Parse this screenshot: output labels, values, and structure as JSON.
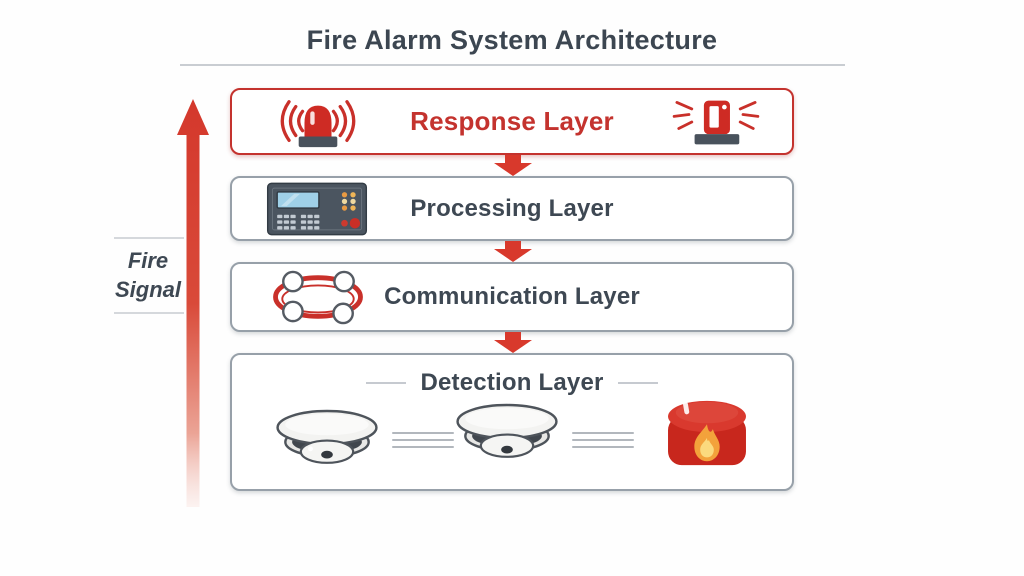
{
  "title": "Fire Alarm System Architecture",
  "side_label": {
    "line1": "Fire",
    "line2": "Signal"
  },
  "layers": {
    "response": {
      "label": "Response Layer"
    },
    "processing": {
      "label": "Processing Layer"
    },
    "communication": {
      "label": "Communication Layer"
    },
    "detection": {
      "label": "Detection Layer"
    }
  },
  "flow": {
    "up_arrow": "fire-signal-up-arrow",
    "down_arrows": 3
  },
  "icons": {
    "response_left": "alarm-siren",
    "response_right": "strobe-light",
    "processing": "control-panel",
    "communication": "ring-network",
    "detection": [
      "smoke-detector",
      "smoke-detector",
      "heat-detector"
    ]
  },
  "colors": {
    "accent_red": "#c4332e",
    "arrow_red": "#d8392c",
    "text_dark": "#3e4853",
    "border_grey": "#97a0a9",
    "line_grey": "#c9cdd2",
    "panel_dark": "#4b5560",
    "screen_blue": "#9fd0e8",
    "flame_orange": "#f3a23b",
    "flame_yellow": "#fbda7e"
  }
}
